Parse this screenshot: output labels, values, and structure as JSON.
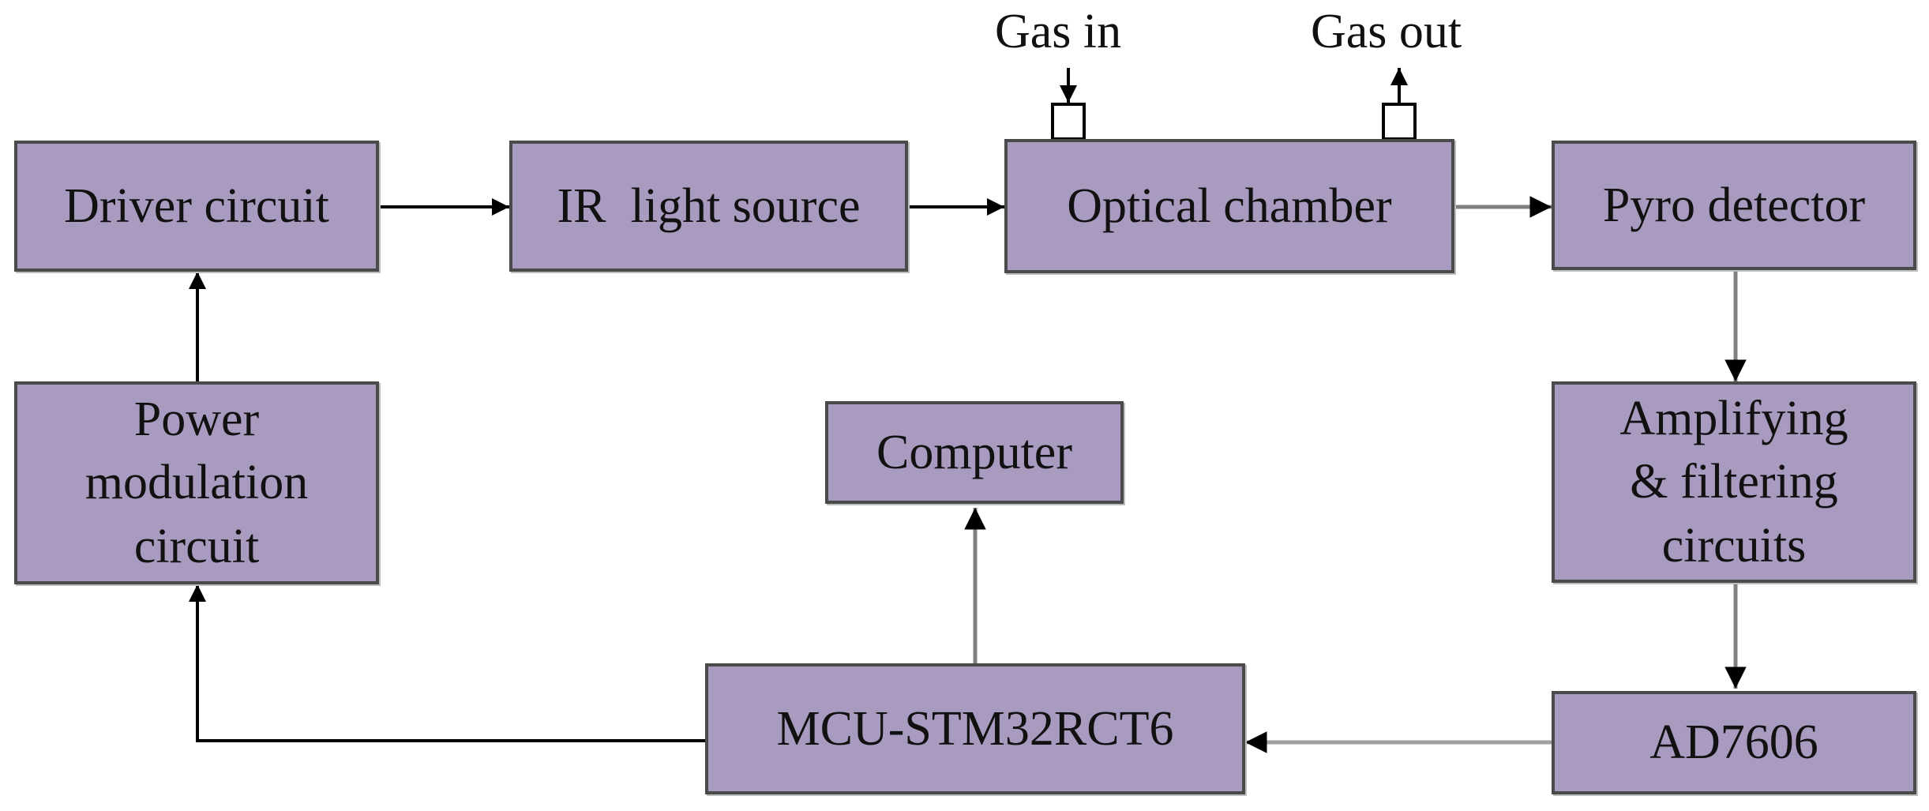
{
  "diagram": {
    "blocks": {
      "driver": "Driver circuit",
      "ir": "IR  light source",
      "chamber": "Optical chamber",
      "pyro": "Pyro detector",
      "power": [
        "Power",
        "modulation",
        "circuit"
      ],
      "computer": "Computer",
      "amp": [
        "Amplifying",
        "& filtering",
        "circuits"
      ],
      "mcu": "MCU-STM32RCT6",
      "adc": "AD7606"
    },
    "labels": {
      "gas_in": "Gas in",
      "gas_out": "Gas out"
    },
    "colors": {
      "block_fill": "#a89bbf",
      "block_border": "#4a4a4a",
      "line": "#000000",
      "line_gray": "#808080"
    }
  }
}
